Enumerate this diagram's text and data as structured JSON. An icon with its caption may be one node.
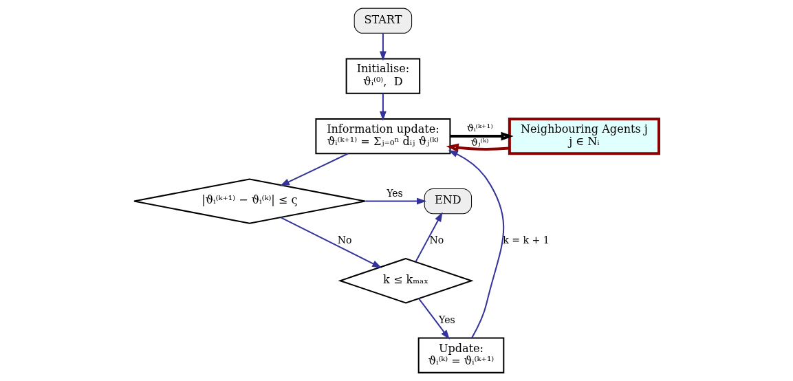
{
  "diagram": {
    "nodes": [
      {
        "text": [
          "START"
        ]
      },
      {
        "text": [
          "Initialise:",
          "ϑᵢ⁽⁰⁾,  D"
        ]
      },
      {
        "text": [
          "Information update:",
          "ϑᵢ⁽ᵏ⁺¹⁾ = Σⱼ₌₀ⁿ dᵢⱼ ϑⱼ⁽ᵏ⁾"
        ]
      },
      {
        "text": [
          "Neighbouring Agents j",
          "j ∈ Nᵢ"
        ]
      },
      {
        "text": [
          "|ϑᵢ⁽ᵏ⁺¹⁾ − ϑᵢ⁽ᵏ⁾| ≤ ς"
        ]
      },
      {
        "text": [
          "k ≤ kₘₐₓ"
        ]
      },
      {
        "text": [
          "Update:",
          "ϑᵢ⁽ᵏ⁾ = ϑᵢ⁽ᵏ⁺¹⁾"
        ]
      },
      {
        "text": [
          "END"
        ]
      }
    ],
    "edges": [
      {
        "from": 0,
        "to": 1,
        "arrow": "to"
      },
      {
        "from": 1,
        "to": 2,
        "arrow": "to"
      },
      {
        "from": 6,
        "to": 2,
        "arrow": "to",
        "label": "k = k + 1"
      },
      {
        "from": 2,
        "to": 3,
        "arrow": "to",
        "label": "ϑᵢ⁽ᵏ⁺¹⁾",
        "style": "thick",
        "color": "#000000"
      },
      {
        "from": 3,
        "to": 2,
        "arrow": "to",
        "label": "ϑⱼ⁽ᵏ⁾",
        "style": "thick",
        "color": "#8b0000"
      },
      {
        "from": 2,
        "to": 4,
        "arrow": "to"
      },
      {
        "from": 4,
        "to": 5,
        "arrow": "to",
        "label": "No"
      },
      {
        "from": 5,
        "to": 6,
        "arrow": "to",
        "label": "Yes"
      },
      {
        "from": 5,
        "to": 7,
        "arrow": "to",
        "label": "No"
      },
      {
        "from": 4,
        "to": 7,
        "arrow": "to",
        "label": "Yes"
      }
    ]
  }
}
